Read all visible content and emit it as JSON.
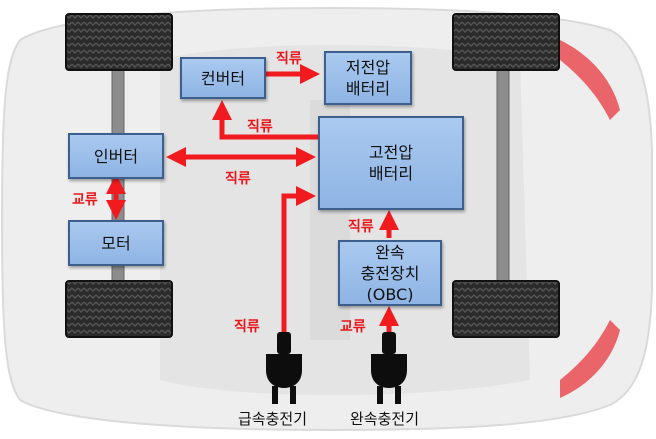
{
  "colors": {
    "arrow": "#f01a1f",
    "box_fill": "#9ec0ec",
    "box_border": "#3d5f8e",
    "plug": "#0d0d0d"
  },
  "boxes": {
    "converter": "컨버터",
    "lv_battery": "저전압\n배터리",
    "inverter": "인버터",
    "hv_battery": "고전압\n배터리",
    "motor": "모터",
    "obc": "완속\n충전장치\n(OBC)"
  },
  "flow_labels": {
    "conv_to_lv": "직류",
    "hv_to_conv": "직류",
    "inv_hv": "직류",
    "inv_motor": "교류",
    "obc_to_hv": "직류",
    "fast_to_hv": "직류",
    "slow_to_obc": "교류"
  },
  "chargers": {
    "fast": "급속충전기",
    "slow": "완속충전기"
  },
  "icons": [
    "wheel-icon",
    "plug-icon",
    "car-background"
  ]
}
